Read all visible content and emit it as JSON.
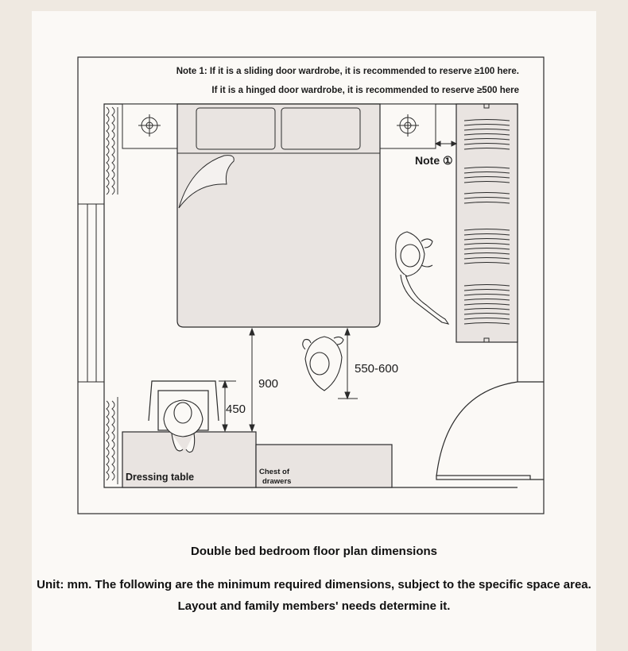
{
  "notes": {
    "note1": "Note 1: If it is a sliding door wardrobe, it is recommended to reserve ≥100 here.",
    "note2": "If it is a hinged door wardrobe, it is recommended to reserve ≥500 here",
    "marker": "Note ①"
  },
  "dimensions": {
    "bed_to_dresser": "900",
    "chair_clearance": "450",
    "walk_clearance": "550-600"
  },
  "furniture": {
    "dressing_table": "Dressing table",
    "chest_line1": "Chest of",
    "chest_line2": "drawers"
  },
  "caption": {
    "title": "Double bed bedroom floor plan dimensions",
    "line1": "Unit: mm. The following are the minimum required dimensions, subject to the specific space area.",
    "line2": "Layout and family members' needs determine it."
  },
  "colors": {
    "bed_fill": "#e9e4e1",
    "line": "#2b2b2b",
    "background": "#efe9e1",
    "card": "#fbf9f6"
  }
}
